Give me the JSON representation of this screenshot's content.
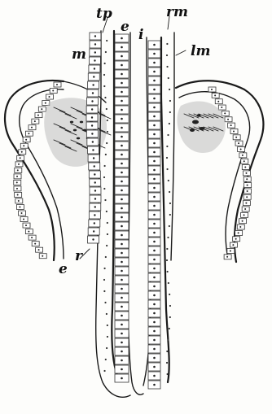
{
  "figure": {
    "labels": {
      "tp": "tp",
      "e_top": "e",
      "i": "i",
      "rm": "rm",
      "m": "m",
      "lm": "lm",
      "e_bottom": "e",
      "r": "r"
    }
  }
}
